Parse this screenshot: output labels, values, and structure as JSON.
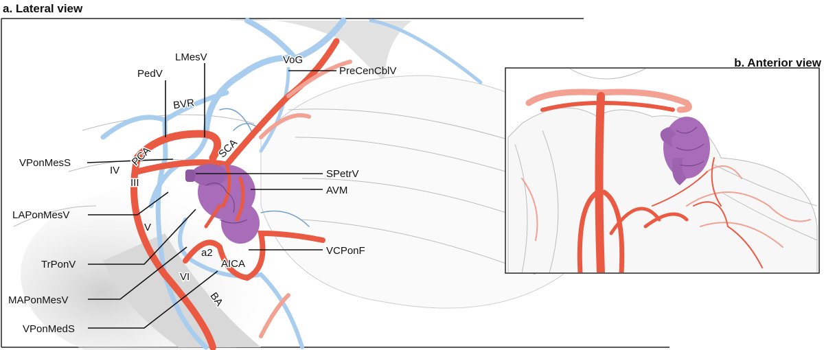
{
  "panel_a": {
    "title": "a. Lateral view",
    "labels": {
      "lmesv": "LMesV",
      "pedv": "PedV",
      "vog": "VoG",
      "precencblv": "PreCenCblV",
      "bvr": "BVR",
      "pca": "PCA",
      "sca": "SCA",
      "vponmess": "VPonMesS",
      "iv": "IV",
      "iii": "III",
      "spetrv": "SPetrV",
      "avm": "AVM",
      "laponmesv": "LAPonMesV",
      "v": "V",
      "trponv": "TrPonV",
      "a2": "a2",
      "vcponf": "VCPonF",
      "aica": "AICA",
      "vi": "VI",
      "maponmesv": "MAPonMesV",
      "ba": "BA",
      "vponmeds": "VPonMedS"
    }
  },
  "panel_b": {
    "title": "b. Anterior view"
  },
  "colors": {
    "artery": "#ea5a43",
    "vein": "#a9cdee",
    "avm": "#a86cb8"
  }
}
